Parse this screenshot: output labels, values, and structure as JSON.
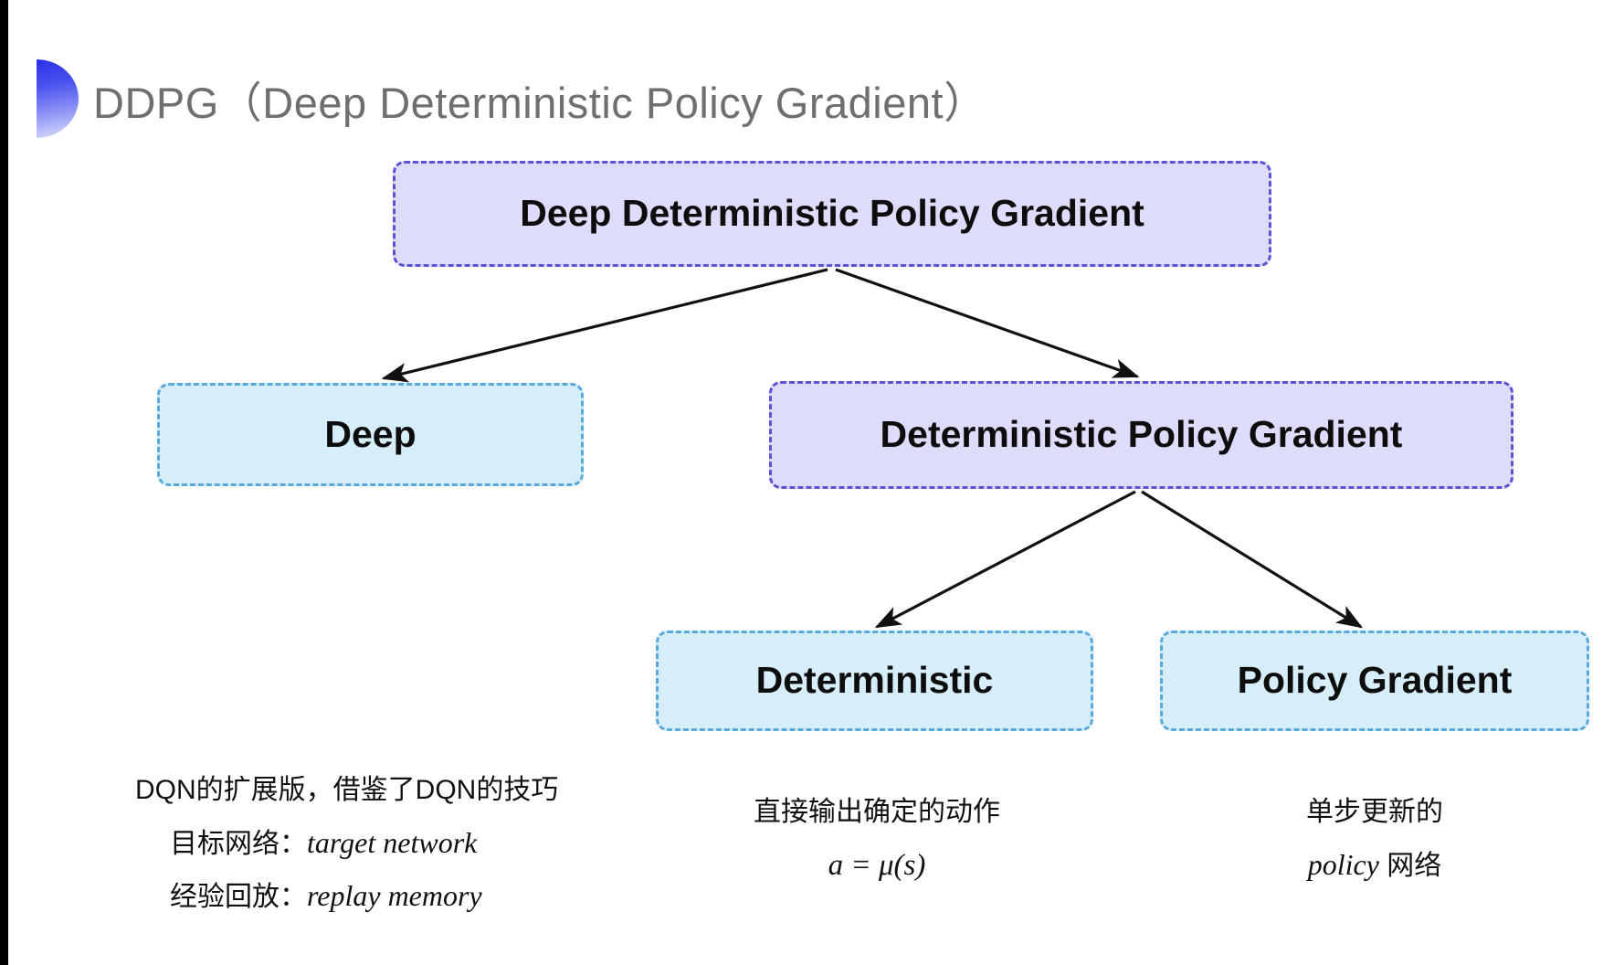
{
  "slide": {
    "title": "DDPG（Deep Deterministic Policy Gradient）",
    "bullet_icon": "gradient-halfcircle-icon",
    "background_color": "#ffffff",
    "title_color": "#6f6f6f",
    "accent_gradient_from": "#2b2fe8",
    "accent_gradient_to": "#dfe1fd"
  },
  "diagram": {
    "type": "tree",
    "colors": {
      "purple_fill": "#dddcfb",
      "purple_border": "#5b52d6",
      "blue_fill": "#d6edfa",
      "blue_border": "#58a9dd",
      "arrow": "#111111"
    },
    "nodes": {
      "root": {
        "label": "Deep Deterministic Policy Gradient",
        "style": "purple"
      },
      "deep": {
        "label": "Deep",
        "style": "blue"
      },
      "dpg": {
        "label": "Deterministic Policy Gradient",
        "style": "purple"
      },
      "deterministic": {
        "label": "Deterministic",
        "style": "blue"
      },
      "policy_gradient": {
        "label": "Policy Gradient",
        "style": "blue"
      }
    },
    "edges": [
      {
        "from": "root",
        "to": "deep"
      },
      {
        "from": "root",
        "to": "dpg"
      },
      {
        "from": "dpg",
        "to": "deterministic"
      },
      {
        "from": "dpg",
        "to": "policy_gradient"
      }
    ]
  },
  "captions": {
    "deep": {
      "line1": "DQN的扩展版，借鉴了DQN的技巧",
      "line2_label": "目标网络：",
      "line2_term": "target network",
      "line3_label": "经验回放：",
      "line3_term": "replay memory"
    },
    "deterministic": {
      "line1": "直接输出确定的动作",
      "line2": "a = μ(s)"
    },
    "policy_gradient": {
      "line1": "单步更新的",
      "line2_term": "policy",
      "line2_suffix": " 网络"
    }
  }
}
